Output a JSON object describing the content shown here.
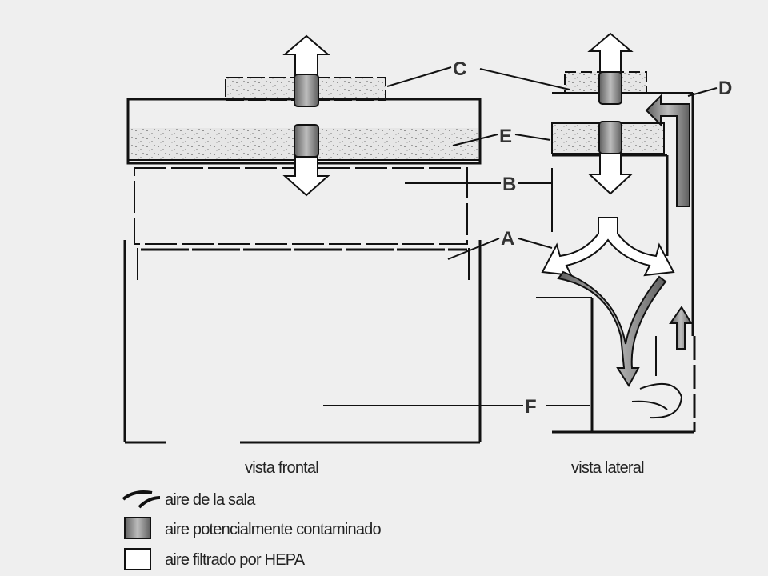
{
  "labels": {
    "a": "A",
    "b": "B",
    "c": "C",
    "d": "D",
    "e": "E",
    "f": "F"
  },
  "captions": {
    "front": "vista frontal",
    "side": "vista lateral"
  },
  "legend": [
    {
      "symbol": "room-air-symbol",
      "text": "aire de la sala"
    },
    {
      "symbol": "contaminated-air-swatch",
      "text": "aire potencialmente contaminado"
    },
    {
      "symbol": "hepa-air-swatch",
      "text": "aire filtrado por HEPA"
    }
  ],
  "colors": {
    "background": "#efefef",
    "line": "#111111",
    "contaminated": "#8a8a8a",
    "hepa": "#ffffff",
    "label": "#333333"
  }
}
